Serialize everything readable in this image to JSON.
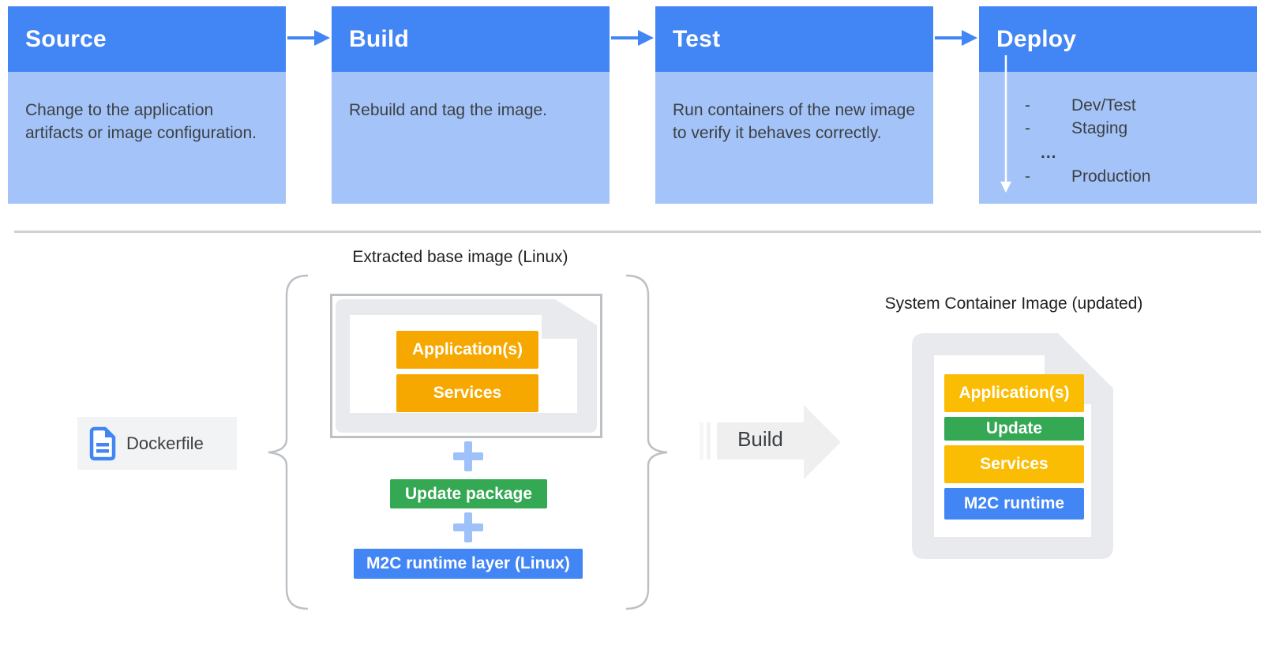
{
  "pipeline": {
    "stages": [
      {
        "title": "Source",
        "description": "Change to the application artifacts or image configuration."
      },
      {
        "title": "Build",
        "description": "Rebuild and tag the image."
      },
      {
        "title": "Test",
        "description": "Run containers of the new image to verify it behaves correctly."
      },
      {
        "title": "Deploy",
        "items": [
          {
            "bullet": "-",
            "label": "Dev/Test"
          },
          {
            "bullet": "-",
            "label": "Staging"
          },
          {
            "bullet": "",
            "label": "..."
          },
          {
            "bullet": "-",
            "label": "Production"
          }
        ]
      }
    ]
  },
  "build_flow": {
    "extracted_title": "Extracted base image (Linux)",
    "base_image_layers": {
      "application": "Application(s)",
      "services": "Services"
    },
    "update_package": "Update package",
    "runtime_layer": "M2C runtime layer (Linux)",
    "dockerfile_label": "Dockerfile",
    "build_label": "Build",
    "result_title": "System Container Image (updated)",
    "result_layers": {
      "application": "Application(s)",
      "update": "Update",
      "services": "Services",
      "runtime": "M2C runtime"
    }
  },
  "colors": {
    "stage_header_blue": "#4285f4",
    "stage_body_blue": "#a4c4f9",
    "arrow_blue": "#4285f4",
    "plus_blue": "#9ec1f9",
    "yellow_left": "#f6a800",
    "yellow_right": "#fbbc04",
    "green": "#34a853",
    "layer_blue": "#4285f4",
    "doc_gray": "#e8eaed",
    "frame_border_gray": "#bdc1c6",
    "chip_gray": "#f1f3f4",
    "divider_gray": "#ccd0d5",
    "text_dark": "#3c4043"
  }
}
